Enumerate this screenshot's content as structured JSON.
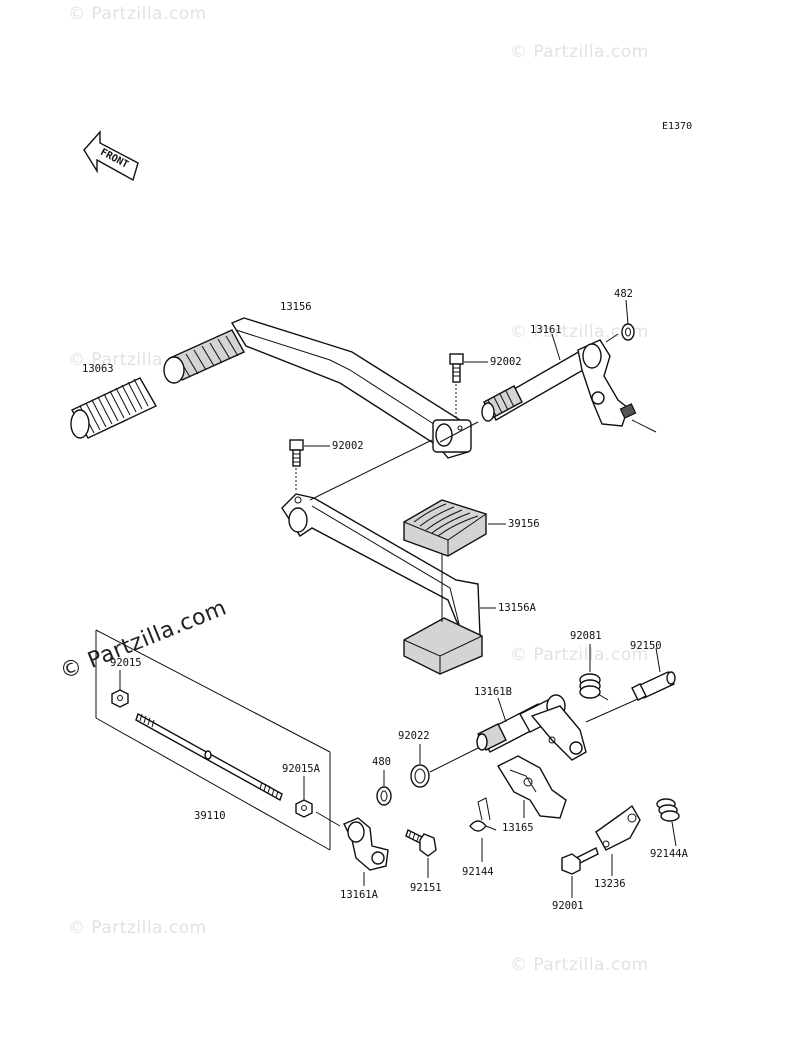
{
  "diagram_code": "E1370",
  "front_label": "FRONT",
  "watermarks": {
    "small": "© Partzilla.com",
    "large": "© Partzilla.com"
  },
  "parts": {
    "p13156": "13156",
    "p482": "482",
    "p13161": "13161",
    "p92002a": "92002",
    "p13063": "13063",
    "p92002b": "92002",
    "p39156": "39156",
    "p13156a": "13156A",
    "p92081": "92081",
    "p92150": "92150",
    "p92015": "92015",
    "p13161b": "13161B",
    "p92022": "92022",
    "p480": "480",
    "p92015a": "92015A",
    "p39110": "39110",
    "p13165": "13165",
    "p92144": "92144",
    "p92144a": "92144A",
    "p13236": "13236",
    "p92001": "92001",
    "p92151": "92151",
    "p13161a": "13161A"
  }
}
